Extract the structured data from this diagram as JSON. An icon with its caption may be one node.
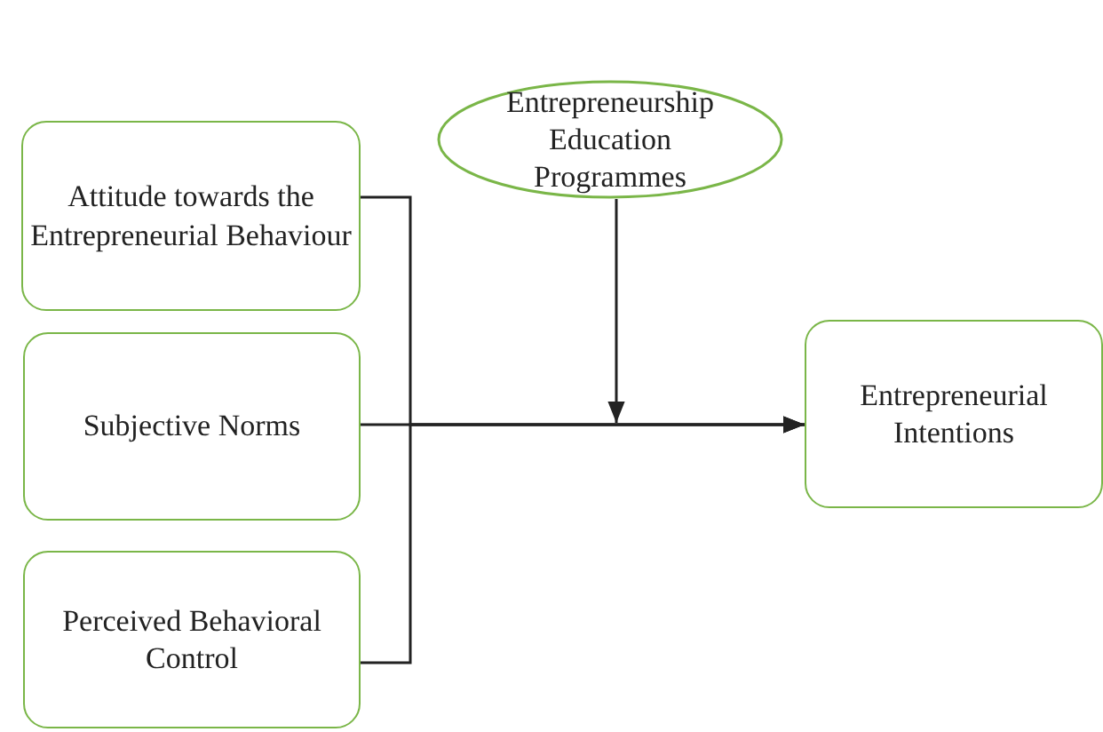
{
  "diagram": {
    "nodes": [
      {
        "text": [
          "Entrepreneurship Education Programmes"
        ]
      },
      {
        "text": [
          "Attitude towards the Entrepreneurial Behaviour"
        ]
      },
      {
        "text": [
          "Subjective Norms"
        ]
      },
      {
        "text": [
          "Entrepreneurial Intentions"
        ]
      },
      {
        "text": [
          "Perceived Behavioral Control"
        ]
      }
    ],
    "edges": [
      {
        "from": 1,
        "to": 3,
        "arrow": "to"
      },
      {
        "from": 2,
        "to": 3,
        "arrow": "to"
      },
      {
        "from": 4,
        "to": 3,
        "arrow": "to"
      },
      {
        "from": 0,
        "to": null,
        "arrow": "to"
      }
    ]
  }
}
